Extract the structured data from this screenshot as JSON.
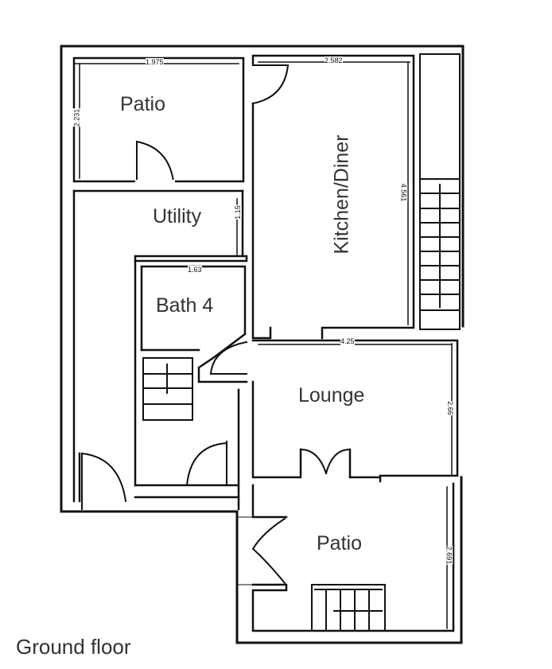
{
  "plan": {
    "caption": "Ground floor",
    "line_color": "#111111",
    "label_color": "#333333",
    "background": "#ffffff"
  },
  "rooms": {
    "patio_top": {
      "label": "Patio",
      "dim_horizontal": "1.975",
      "dim_vertical": "2.231"
    },
    "kitchen_diner": {
      "label": "Kitchen/Diner",
      "dim_horizontal": "2.582",
      "dim_vertical": "4.561"
    },
    "utility": {
      "label": "Utility",
      "dim_vertical": "1.15"
    },
    "bath_4": {
      "label": "Bath 4",
      "dim_horizontal": "1.63"
    },
    "lounge": {
      "label": "Lounge",
      "dim_horizontal": "4.25",
      "dim_vertical": "2.66"
    },
    "patio_bottom": {
      "label": "Patio",
      "dim_vertical": "2.691"
    }
  }
}
